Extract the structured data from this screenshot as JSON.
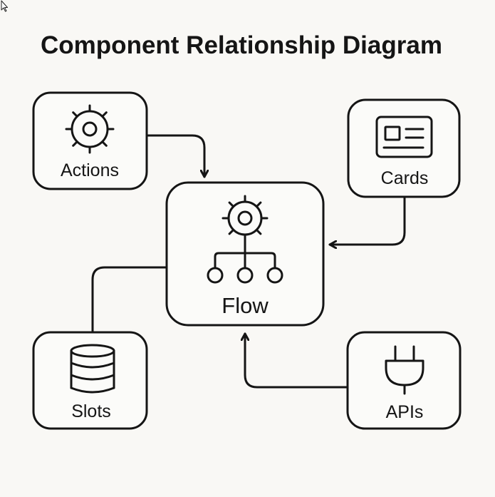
{
  "diagram": {
    "title": "Component Relationship Diagram",
    "nodes": {
      "actions": {
        "label": "Actions",
        "icon": "gear-icon"
      },
      "cards": {
        "label": "Cards",
        "icon": "id-card-icon"
      },
      "flow": {
        "label": "Flow",
        "icon": "gear-hierarchy-icon"
      },
      "slots": {
        "label": "Slots",
        "icon": "database-icon"
      },
      "apis": {
        "label": "APIs",
        "icon": "plug-icon"
      }
    },
    "edges": [
      {
        "from": "Actions",
        "to": "Flow",
        "arrow": true
      },
      {
        "from": "Cards",
        "to": "Flow",
        "arrow": true
      },
      {
        "from": "Slots",
        "to": "Flow",
        "arrow": false
      },
      {
        "from": "APIs",
        "to": "Flow",
        "arrow": true
      }
    ],
    "colors": {
      "background": "#f9f8f5",
      "stroke": "#151515"
    }
  }
}
